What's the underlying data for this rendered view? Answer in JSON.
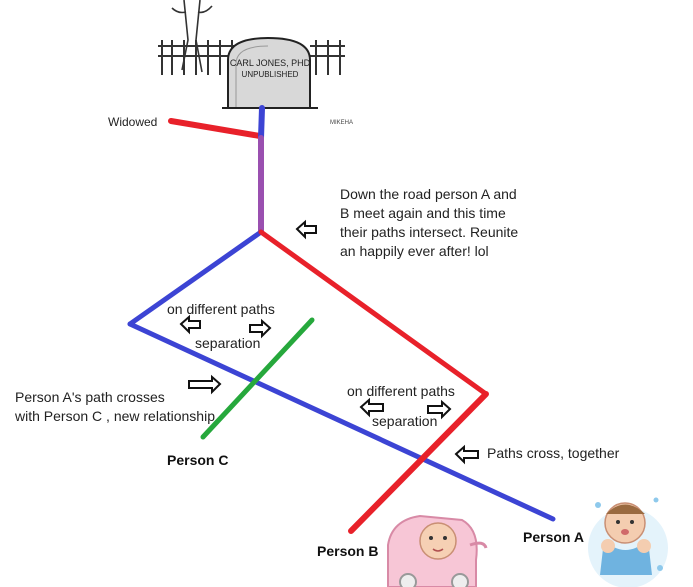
{
  "labels": {
    "widowed": "Widowed",
    "reunite_note": "Down the road person A and B meet again and this time their paths intersect.  Reunite an happily ever after! lol",
    "different_paths_left": "on different paths",
    "separation_left": "separation",
    "different_paths_right": "on different paths",
    "separation_right": "separation",
    "person_c_note": "Person A's path crosses with Person C , new relationship",
    "paths_cross": "Paths cross, together",
    "person_a": "Person A",
    "person_b": "Person B",
    "person_c": "Person C"
  },
  "tombstone": {
    "name": "CARL JONES, PHD",
    "subtitle": "UNPUBLISHED",
    "signature": "MIKEHA"
  },
  "colors": {
    "person_a_path": "#3c44d4",
    "person_b_path": "#e8212a",
    "person_c_path": "#26a83c",
    "joined_path": "#9a50b0"
  },
  "icons": [
    "arrow-left-icon",
    "arrow-right-icon",
    "tombstone-icon",
    "fence-icon",
    "tree-icon",
    "baby-girl-stroller-icon",
    "baby-boy-icon"
  ]
}
